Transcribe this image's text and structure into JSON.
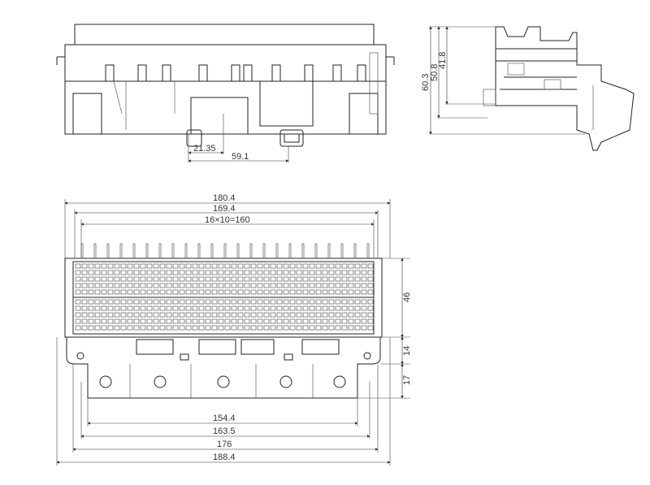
{
  "dimensions": {
    "front_offset_a": "21.35",
    "front_offset_b": "59.1",
    "side_height_total": "60.3",
    "side_height_mid": "50.8",
    "side_height_low": "41.8",
    "overall_width_top": "180.4",
    "inner_width_top": "169.4",
    "pitch_label": "16×10=160",
    "body_height": "46",
    "flange_height": "14",
    "tab_height": "17",
    "hole_spacing_inner": "154.4",
    "hole_spacing_outer": "163.5",
    "flange_width": "176",
    "overall_width_bottom": "188.4"
  }
}
